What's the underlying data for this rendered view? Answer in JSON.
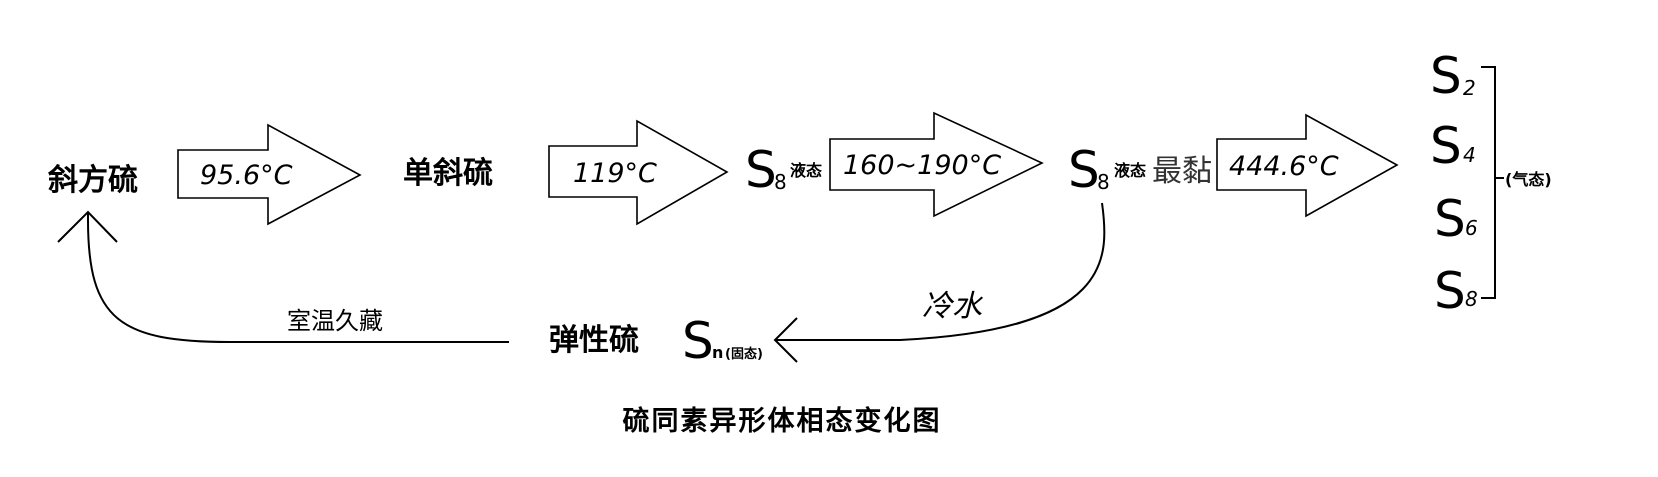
{
  "nodes": {
    "rhombic": "斜方硫",
    "monoclinic": "单斜硫",
    "elastic": "弹性硫"
  },
  "transitions": {
    "t1": "95.6°C",
    "t2": "119°C",
    "t3": "160~190°C",
    "t4": "444.6°C",
    "cold_water": "冷水",
    "room_temp": "室温久藏"
  },
  "species": {
    "s_symbol": "S",
    "liquid1_sub": "8",
    "liquid1_state": "液态",
    "liquid2_sub": "8",
    "liquid2_state": "液态",
    "liquid2_note": "最黏",
    "solid_sub": "n",
    "solid_state": "(固态)",
    "gas_subs": [
      "2",
      "4",
      "6",
      "8"
    ],
    "gas_state": "(气态)"
  },
  "caption": "硫同素异形体相态变化图"
}
